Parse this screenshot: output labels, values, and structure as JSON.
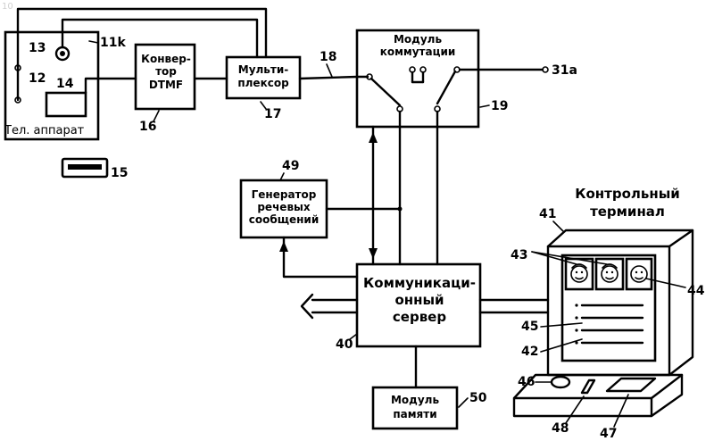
{
  "corner_mark": "10",
  "blocks": {
    "phone": "Тел. аппарат",
    "dtmf": [
      "Конвер-",
      "тор",
      "DTMF"
    ],
    "mux": [
      "Мульти-",
      "плексор"
    ],
    "switch": [
      "Модуль",
      "коммутации"
    ],
    "generator": [
      "Генератор",
      "речевых",
      "сообщений"
    ],
    "server": [
      "Коммуникаци-",
      "онный",
      "сервер"
    ],
    "memory": [
      "Модуль",
      "памяти"
    ],
    "terminal_title": [
      "Контрольный",
      "терминал"
    ]
  },
  "refs": {
    "r11k": "11k",
    "r12": "12",
    "r13": "13",
    "r14": "14",
    "r15": "15",
    "r16": "16",
    "r17": "17",
    "r18": "18",
    "r19": "19",
    "r31a": "31a",
    "r40": "40",
    "r41": "41",
    "r42": "42",
    "r43": "43",
    "r44": "44",
    "r45": "45",
    "r46": "46",
    "r47": "47",
    "r48": "48",
    "r49": "49",
    "r50": "50"
  }
}
